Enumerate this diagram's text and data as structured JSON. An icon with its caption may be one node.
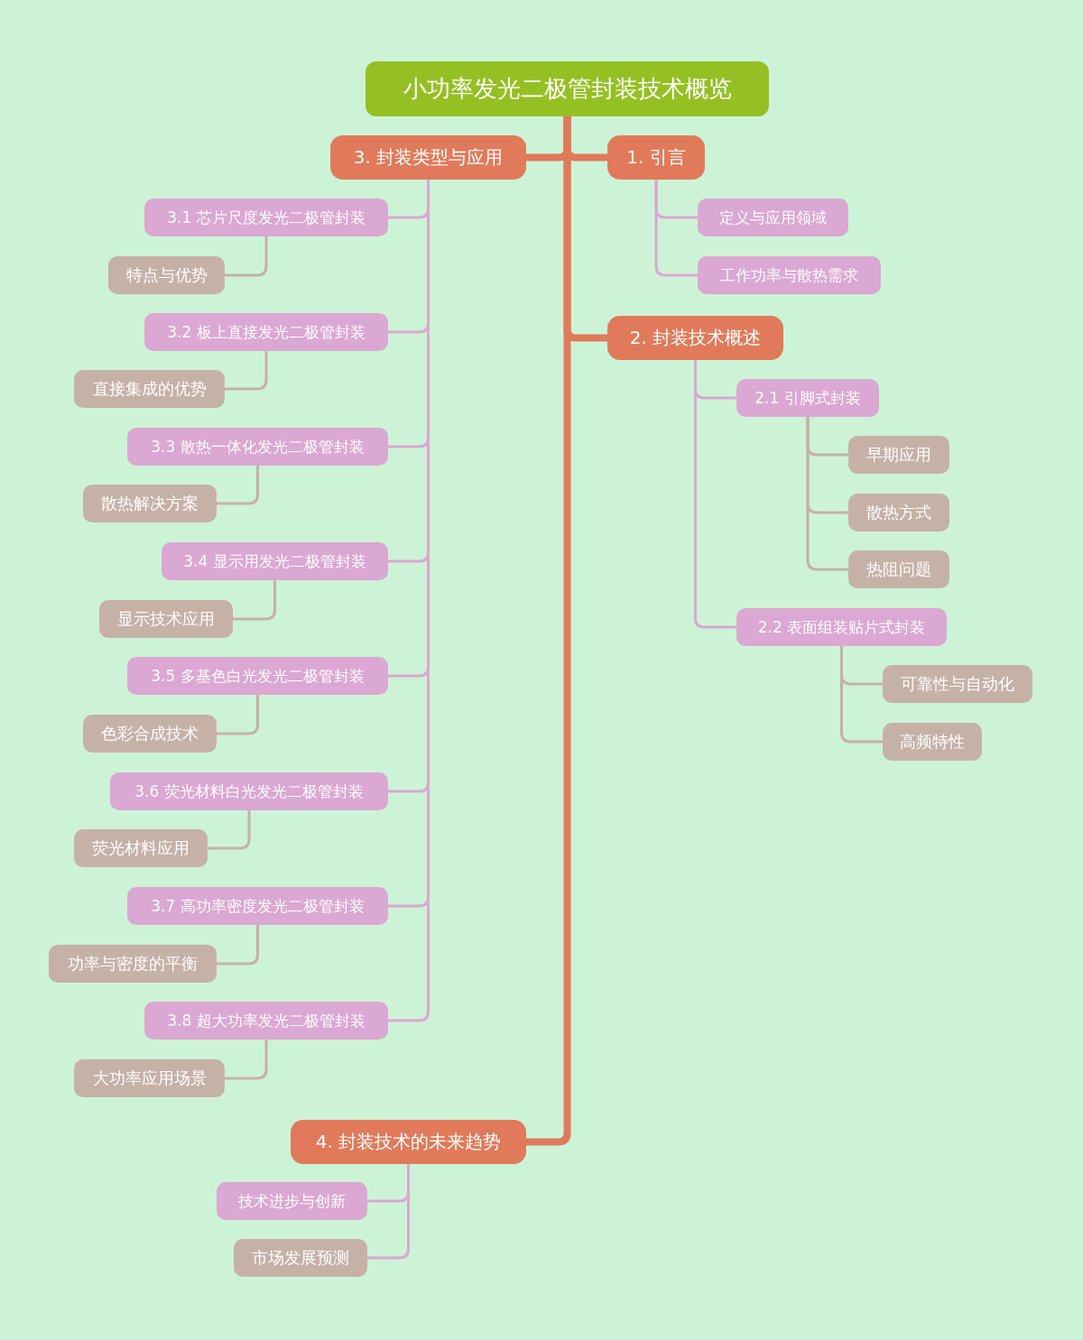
{
  "diagram": {
    "nodes": [
      {
        "text": [
          "小功率发光二极管封装技术概览"
        ]
      },
      {
        "text": [
          "1. 引言"
        ]
      },
      {
        "text": [
          "定义与应用领域"
        ]
      },
      {
        "text": [
          "工作功率与散热需求"
        ]
      },
      {
        "text": [
          "2. 封装技术概述"
        ]
      },
      {
        "text": [
          "2.1 引脚式封装"
        ]
      },
      {
        "text": [
          "早期应用"
        ]
      },
      {
        "text": [
          "散热方式"
        ]
      },
      {
        "text": [
          "热阻问题"
        ]
      },
      {
        "text": [
          "2.2 表面组装贴片式封装"
        ]
      },
      {
        "text": [
          "可靠性与自动化"
        ]
      },
      {
        "text": [
          "高频特性"
        ]
      },
      {
        "text": [
          "3. 封装类型与应用"
        ]
      },
      {
        "text": [
          "3.1 芯片尺度发光二极管封装"
        ]
      },
      {
        "text": [
          "特点与优势"
        ]
      },
      {
        "text": [
          "3.2 板上直接发光二极管封装"
        ]
      },
      {
        "text": [
          "直接集成的优势"
        ]
      },
      {
        "text": [
          "3.3 散热一体化发光二极管封装"
        ]
      },
      {
        "text": [
          "散热解决方案"
        ]
      },
      {
        "text": [
          "3.4 显示用发光二极管封装"
        ]
      },
      {
        "text": [
          "显示技术应用"
        ]
      },
      {
        "text": [
          "3.5 多基色白光发光二极管封装"
        ]
      },
      {
        "text": [
          "色彩合成技术"
        ]
      },
      {
        "text": [
          "3.6 荧光材料白光发光二极管封装"
        ]
      },
      {
        "text": [
          "荧光材料应用"
        ]
      },
      {
        "text": [
          "3.7 高功率密度发光二极管封装"
        ]
      },
      {
        "text": [
          "功率与密度的平衡"
        ]
      },
      {
        "text": [
          "3.8 超大功率发光二极管封装"
        ]
      },
      {
        "text": [
          "大功率应用场景"
        ]
      },
      {
        "text": [
          "4. 封装技术的未来趋势"
        ]
      },
      {
        "text": [
          "技术进步与创新"
        ]
      },
      {
        "text": [
          "市场发展预测"
        ]
      }
    ],
    "edges": [
      {
        "from": 0,
        "to": 1,
        "arrow": "none",
        "style": "thick",
        "color": "#e07a5a"
      },
      {
        "from": 1,
        "to": 2,
        "arrow": "none"
      },
      {
        "from": 1,
        "to": 3,
        "arrow": "none"
      },
      {
        "from": 0,
        "to": 4,
        "arrow": "none",
        "style": "thick",
        "color": "#e07a5a"
      },
      {
        "from": 4,
        "to": 5,
        "arrow": "none"
      },
      {
        "from": 5,
        "to": 6,
        "arrow": "none",
        "color": "#c6b1a7"
      },
      {
        "from": 5,
        "to": 7,
        "arrow": "none",
        "color": "#c6b1a7"
      },
      {
        "from": 5,
        "to": 8,
        "arrow": "none",
        "color": "#c6b1a7"
      },
      {
        "from": 4,
        "to": 9,
        "arrow": "none"
      },
      {
        "from": 9,
        "to": 10,
        "arrow": "none",
        "color": "#c6b1a7"
      },
      {
        "from": 9,
        "to": 11,
        "arrow": "none",
        "color": "#c6b1a7"
      },
      {
        "from": 0,
        "to": 12,
        "arrow": "none",
        "style": "thick",
        "color": "#e07a5a"
      },
      {
        "from": 12,
        "to": 13,
        "arrow": "none"
      },
      {
        "from": 13,
        "to": 14,
        "arrow": "none",
        "color": "#c6b1a7"
      },
      {
        "from": 12,
        "to": 15,
        "arrow": "none"
      },
      {
        "from": 15,
        "to": 16,
        "arrow": "none",
        "color": "#c6b1a7"
      },
      {
        "from": 12,
        "to": 17,
        "arrow": "none"
      },
      {
        "from": 17,
        "to": 18,
        "arrow": "none",
        "color": "#c6b1a7"
      },
      {
        "from": 12,
        "to": 19,
        "arrow": "none"
      },
      {
        "from": 19,
        "to": 20,
        "arrow": "none",
        "color": "#c6b1a7"
      },
      {
        "from": 12,
        "to": 21,
        "arrow": "none"
      },
      {
        "from": 21,
        "to": 22,
        "arrow": "none",
        "color": "#c6b1a7"
      },
      {
        "from": 12,
        "to": 23,
        "arrow": "none"
      },
      {
        "from": 23,
        "to": 24,
        "arrow": "none",
        "color": "#c6b1a7"
      },
      {
        "from": 12,
        "to": 25,
        "arrow": "none"
      },
      {
        "from": 25,
        "to": 26,
        "arrow": "none",
        "color": "#c6b1a7"
      },
      {
        "from": 12,
        "to": 27,
        "arrow": "none"
      },
      {
        "from": 27,
        "to": 28,
        "arrow": "none",
        "color": "#c6b1a7"
      },
      {
        "from": 0,
        "to": 29,
        "arrow": "none",
        "style": "thick",
        "color": "#e07a5a"
      },
      {
        "from": 29,
        "to": 30,
        "arrow": "none"
      },
      {
        "from": 29,
        "to": 31,
        "arrow": "none"
      }
    ]
  }
}
